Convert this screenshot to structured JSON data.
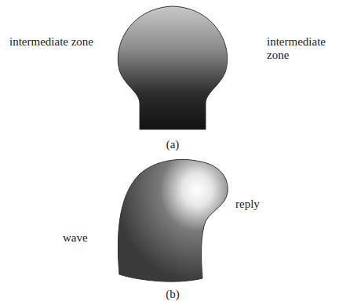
{
  "diagram": {
    "labels": [
      "intermediate zone",
      "intermediate zone",
      "(a)",
      "wave",
      "reply",
      "(b)"
    ]
  }
}
